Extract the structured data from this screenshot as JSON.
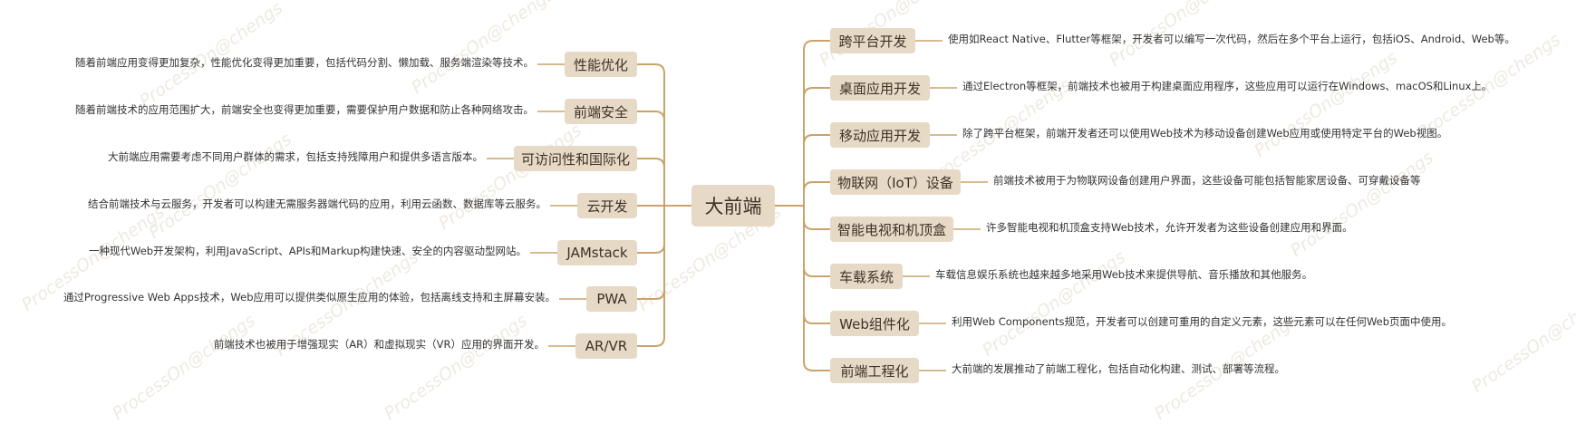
{
  "watermark": "ProcessOn@chengs",
  "colors": {
    "line": "#c9a36b",
    "node": "#e6d9c6",
    "text": "#3f3226"
  },
  "center": "大前端",
  "left_branches": [
    {
      "label": "性能优化",
      "desc": "随着前端应用变得更加复杂，性能优化变得更加重要，包括代码分割、懒加载、服务端渲染等技术。"
    },
    {
      "label": "前端安全",
      "desc": "随着前端技术的应用范围扩大，前端安全也变得更加重要，需要保护用户数据和防止各种网络攻击。"
    },
    {
      "label": "可访问性和国际化",
      "desc": "大前端应用需要考虑不同用户群体的需求，包括支持残障用户和提供多语言版本。"
    },
    {
      "label": "云开发",
      "desc": "结合前端技术与云服务，开发者可以构建无需服务器端代码的应用，利用云函数、数据库等云服务。"
    },
    {
      "label": "JAMstack",
      "desc": "一种现代Web开发架构，利用JavaScript、APIs和Markup构建快速、安全的内容驱动型网站。"
    },
    {
      "label": "PWA",
      "desc": "通过Progressive Web Apps技术，Web应用可以提供类似原生应用的体验，包括离线支持和主屏幕安装。"
    },
    {
      "label": "AR/VR",
      "desc": "前端技术也被用于增强现实（AR）和虚拟现实（VR）应用的界面开发。"
    }
  ],
  "right_branches": [
    {
      "label": "跨平台开发",
      "desc": "使用如React Native、Flutter等框架，开发者可以编写一次代码，然后在多个平台上运行，包括iOS、Android、Web等。"
    },
    {
      "label": "桌面应用开发",
      "desc": "通过Electron等框架，前端技术也被用于构建桌面应用程序，这些应用可以运行在Windows、macOS和Linux上。"
    },
    {
      "label": "移动应用开发",
      "desc": "除了跨平台框架，前端开发者还可以使用Web技术为移动设备创建Web应用或使用特定平台的Web视图。"
    },
    {
      "label": "物联网（IoT）设备",
      "desc": "前端技术被用于为物联网设备创建用户界面，这些设备可能包括智能家居设备、可穿戴设备等"
    },
    {
      "label": "智能电视和机顶盒",
      "desc": "许多智能电视和机顶盒支持Web技术，允许开发者为这些设备创建应用和界面。"
    },
    {
      "label": "车载系统",
      "desc": "车载信息娱乐系统也越来越多地采用Web技术来提供导航、音乐播放和其他服务。"
    },
    {
      "label": "Web组件化",
      "desc": "利用Web Components规范，开发者可以创建可重用的自定义元素，这些元素可以在任何Web页面中使用。"
    },
    {
      "label": "前端工程化",
      "desc": "大前端的发展推动了前端工程化，包括自动化构建、测试、部署等流程。"
    }
  ]
}
